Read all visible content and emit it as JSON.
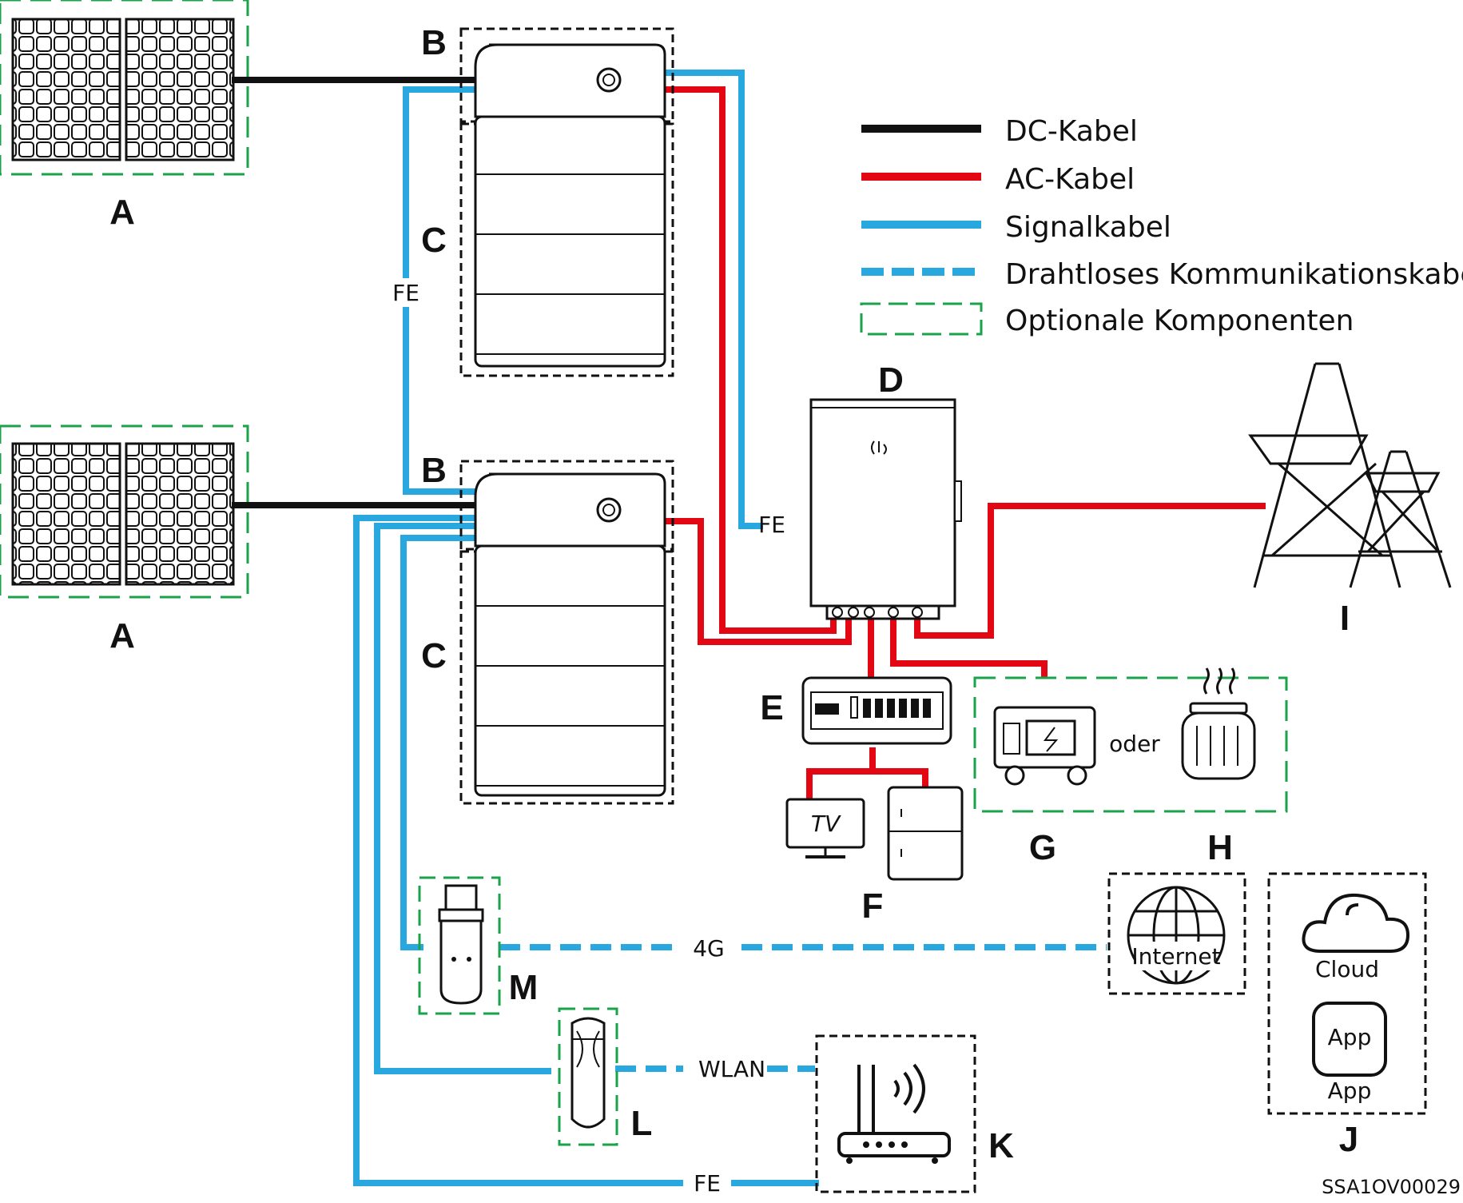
{
  "legend": {
    "items": [
      {
        "label": "DC-Kabel",
        "color": "#111111",
        "style": "solid"
      },
      {
        "label": "AC-Kabel",
        "color": "#e30613",
        "style": "solid"
      },
      {
        "label": "Signalkabel",
        "color": "#29a8e0",
        "style": "solid"
      },
      {
        "label": "Drahtloses Kommunikationskabel",
        "color": "#29a8e0",
        "style": "dashed"
      },
      {
        "label": "Optionale Komponenten",
        "color": "#1aa34a",
        "style": "dashed-box"
      }
    ]
  },
  "labels": {
    "A": "A",
    "B": "B",
    "C": "C",
    "D": "D",
    "E": "E",
    "F": "F",
    "G": "G",
    "H": "H",
    "I": "I",
    "J": "J",
    "K": "K",
    "L": "L",
    "M": "M"
  },
  "connections": {
    "fe": "FE",
    "g4": "4G",
    "wlan": "WLAN",
    "oder": "oder"
  },
  "tv_text": "TV",
  "internet": "Internet",
  "cloud": "Cloud",
  "app_icon": "App",
  "app": "App",
  "code": "SSA1OV00029",
  "colors": {
    "dc": "#111111",
    "ac": "#e30613",
    "signal": "#29a8e0",
    "optional": "#1aa34a"
  },
  "icons": [
    "solar-panel-icon",
    "inverter-icon",
    "battery-icon",
    "power-unit-icon",
    "distribution-box-icon",
    "tv-icon",
    "fridge-icon",
    "generator-icon",
    "transformer-icon",
    "pylon-icon",
    "globe-icon",
    "cloud-icon",
    "app-icon",
    "router-icon",
    "dongle-icon"
  ]
}
